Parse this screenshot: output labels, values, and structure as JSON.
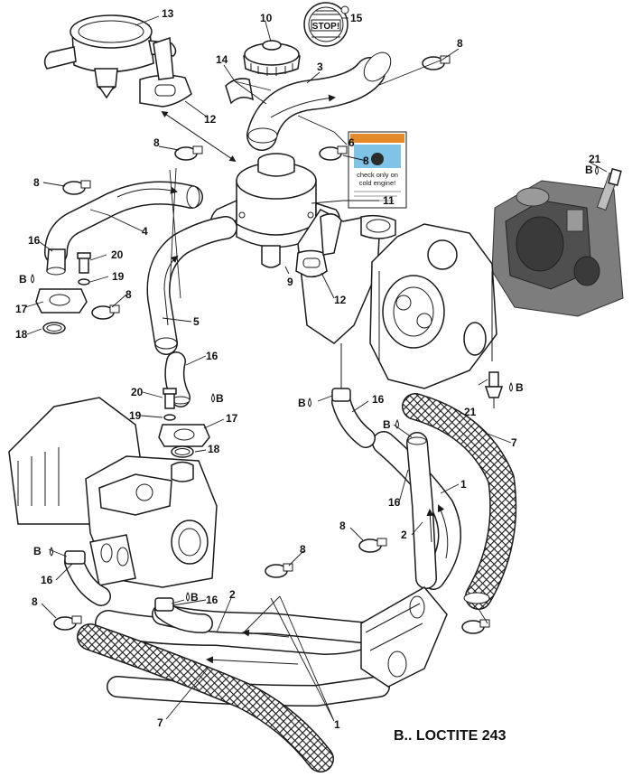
{
  "legend": {
    "text": "B.. LOCTITE 243"
  },
  "warning_sticker": {
    "text_line1": "check only on",
    "text_line2": "cold engine!"
  },
  "cap_badge": {
    "text": "STOP!"
  },
  "callouts": [
    {
      "id": "c13",
      "label": "13"
    },
    {
      "id": "c10",
      "label": "10"
    },
    {
      "id": "c15",
      "label": "15"
    },
    {
      "id": "c14",
      "label": "14"
    },
    {
      "id": "c3",
      "label": "3"
    },
    {
      "id": "c8a",
      "label": "8"
    },
    {
      "id": "c12a",
      "label": "12"
    },
    {
      "id": "c8b",
      "label": "8"
    },
    {
      "id": "c6",
      "label": "6"
    },
    {
      "id": "c8c",
      "label": "8"
    },
    {
      "id": "c8d",
      "label": "8"
    },
    {
      "id": "c4",
      "label": "4"
    },
    {
      "id": "c11",
      "label": "11"
    },
    {
      "id": "c21a",
      "label": "21"
    },
    {
      "id": "cBa",
      "label": "B"
    },
    {
      "id": "c16a",
      "label": "16"
    },
    {
      "id": "c20a",
      "label": "20"
    },
    {
      "id": "cBb",
      "label": "B"
    },
    {
      "id": "c19a",
      "label": "19"
    },
    {
      "id": "c9",
      "label": "9"
    },
    {
      "id": "c12b",
      "label": "12"
    },
    {
      "id": "c17a",
      "label": "17"
    },
    {
      "id": "c8e",
      "label": "8"
    },
    {
      "id": "c18a",
      "label": "18"
    },
    {
      "id": "c5",
      "label": "5"
    },
    {
      "id": "c16b",
      "label": "16"
    },
    {
      "id": "c20b",
      "label": "20"
    },
    {
      "id": "cBc",
      "label": "B"
    },
    {
      "id": "c19b",
      "label": "19"
    },
    {
      "id": "c17b",
      "label": "17"
    },
    {
      "id": "c18b",
      "label": "18"
    },
    {
      "id": "cBd",
      "label": "B"
    },
    {
      "id": "c16c",
      "label": "16"
    },
    {
      "id": "cBe",
      "label": "B"
    },
    {
      "id": "c21b",
      "label": "21"
    },
    {
      "id": "cBf",
      "label": "B"
    },
    {
      "id": "c7a",
      "label": "7"
    },
    {
      "id": "c1a",
      "label": "1"
    },
    {
      "id": "c16d",
      "label": "16"
    },
    {
      "id": "c2a",
      "label": "2"
    },
    {
      "id": "c8f",
      "label": "8"
    },
    {
      "id": "cBg",
      "label": "B"
    },
    {
      "id": "c16e",
      "label": "16"
    },
    {
      "id": "c8g",
      "label": "8"
    },
    {
      "id": "cBh",
      "label": "B"
    },
    {
      "id": "c16f",
      "label": "16"
    },
    {
      "id": "c2b",
      "label": "2"
    },
    {
      "id": "c8h",
      "label": "8"
    },
    {
      "id": "c7b",
      "label": "7"
    },
    {
      "id": "c1b",
      "label": "1"
    }
  ]
}
